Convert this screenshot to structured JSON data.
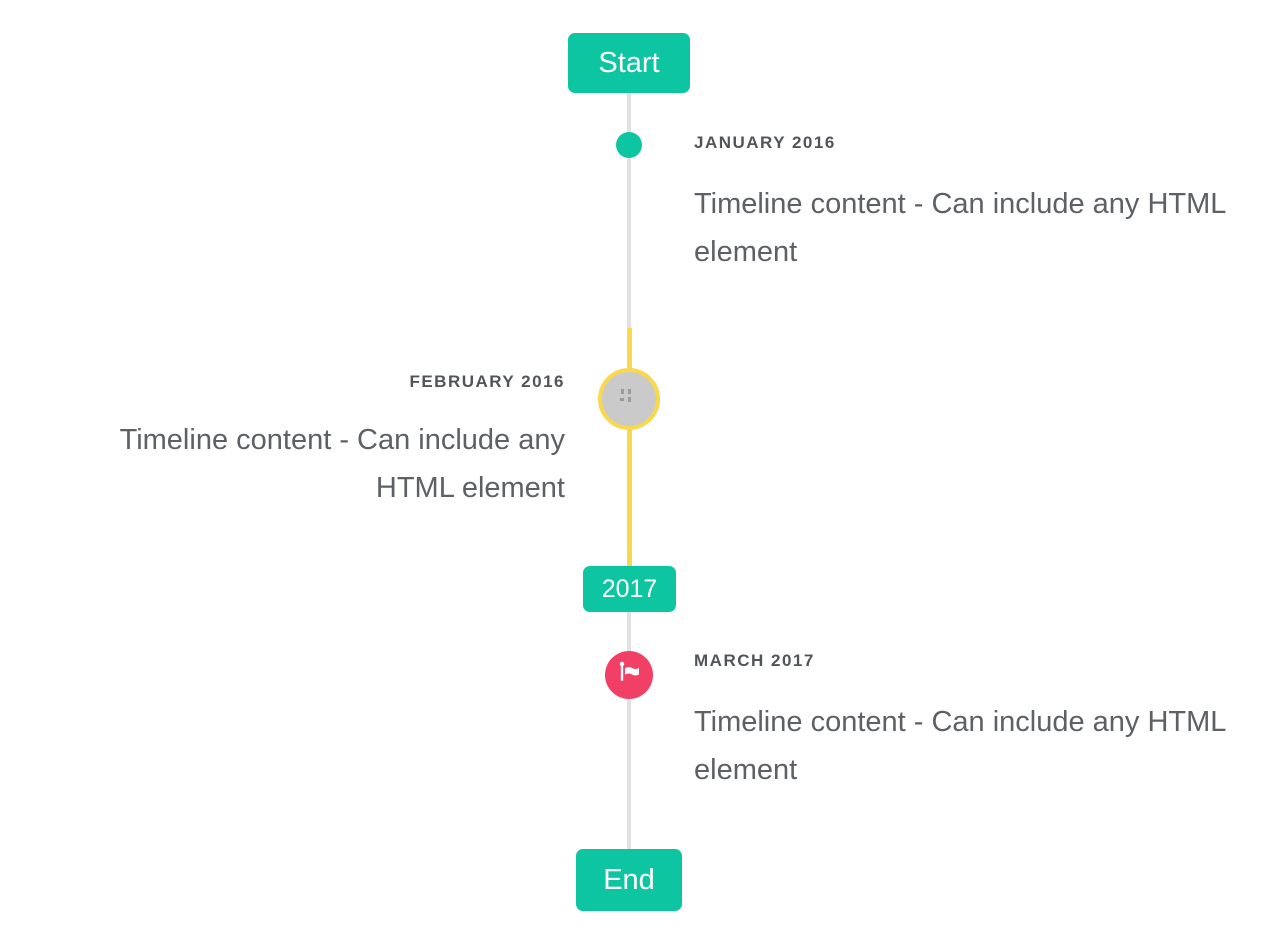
{
  "timeline": {
    "start_badge": "Start",
    "year_badge": "2017",
    "end_badge": "End",
    "items": [
      {
        "date": "JANUARY 2016",
        "text": "Timeline content - Can include any HTML element",
        "side": "right",
        "marker": "teal-dot"
      },
      {
        "date": "FEBRUARY 2016",
        "text": "Timeline content - Can include any HTML element",
        "side": "left",
        "marker": "gray-photo-circle-yellow-ring",
        "marker_icon": "broken-image-icon"
      },
      {
        "date": "MARCH 2017",
        "text": "Timeline content - Can include any HTML element",
        "side": "right",
        "marker": "pink-flag-circle",
        "marker_icon": "flag-icon"
      }
    ],
    "colors": {
      "accent_teal": "#0dc5a0",
      "highlight_yellow": "#fad84d",
      "flag_pink": "#f13f66",
      "line_gray": "#e1e1e1",
      "photo_circle_gray": "#cacaca",
      "date_text": "#515459",
      "body_text": "#5d6064"
    }
  }
}
